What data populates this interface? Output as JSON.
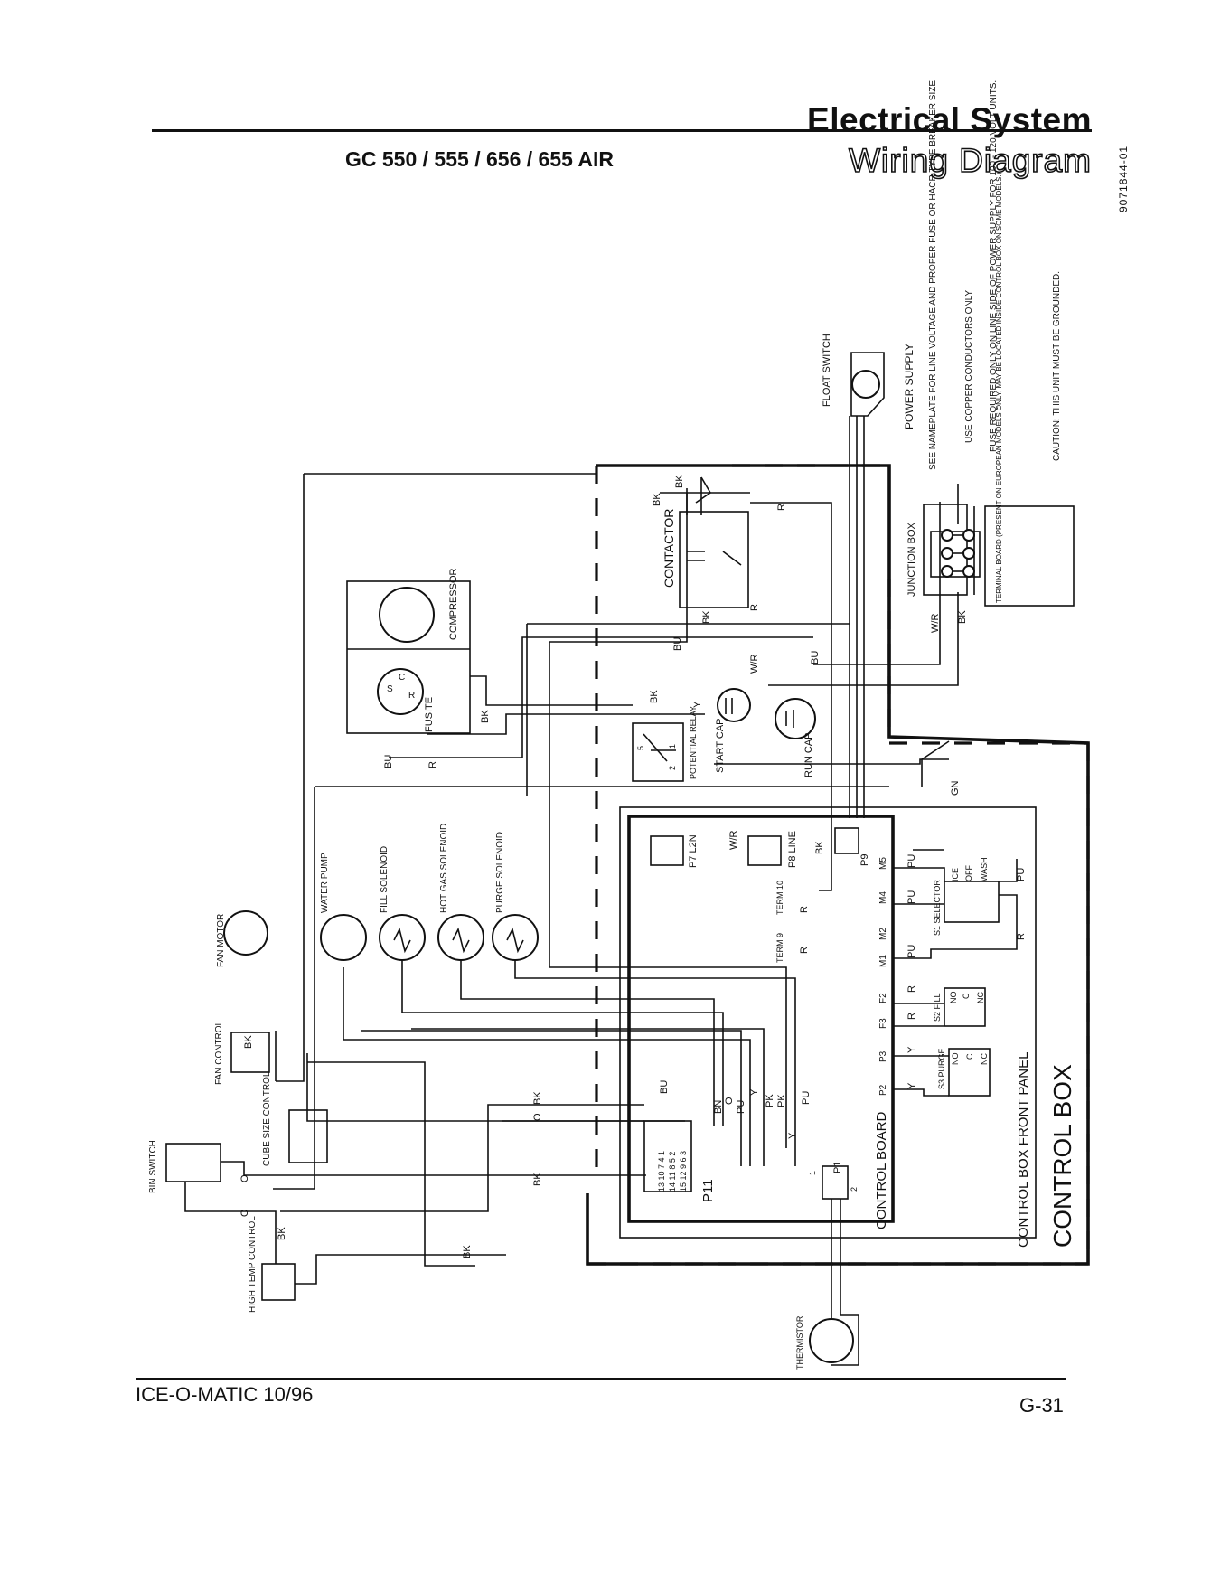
{
  "header": {
    "section_title": "Electrical System",
    "section_subtitle": "Wiring Diagram",
    "models": "GC 550 / 555 / 656 / 655 AIR",
    "doc_number": "9071844-01"
  },
  "footer": {
    "brand_date": "ICE-O-MATIC 10/96",
    "page_number": "G-31"
  },
  "labels": {
    "power_supply": "POWER SUPPLY",
    "note_1": "SEE NAMEPLATE FOR LINE VOLTAGE AND PROPER FUSE OR HACR TYPE BREAKER SIZE",
    "note_2": "USE COPPER CONDUCTORS ONLY",
    "note_3": "FUSE REQUIRED ONLY ON LINE SIDE OF POWER SUPPLY FOR 100 - 120 VOLT UNITS.",
    "caution": "CAUTION: THIS UNIT MUST BE GROUNDED.",
    "terminal_board": "TERMINAL BOARD (PRESENT ON EUROPEAN MODELS ONLY, MAY BE LOCATED INSIDE CONTROL BOX ON SOME MODELS.)",
    "junction_box": "JUNCTION BOX",
    "float_switch": "FLOAT SWITCH",
    "contactor": "CONTACTOR",
    "compressor": "COMPRESSOR",
    "fusite": "FUSITE",
    "potential_relay": "POTENTIAL RELAY",
    "start_cap": "START CAP",
    "run_cap": "RUN CAP",
    "water_pump": "WATER PUMP",
    "fill_solenoid": "FILL SOLENOID",
    "hot_gas_solenoid": "HOT GAS SOLENOID",
    "purge_solenoid": "PURGE SOLENOID",
    "fan_motor": "FAN MOTOR",
    "fan_control": "FAN CONTROL",
    "bin_switch": "BIN SWITCH",
    "cube_size_control": "CUBE SIZE CONTROL",
    "high_temp_control": "HIGH TEMP CONTROL",
    "thermistor": "THERMISTOR",
    "control_board": "CONTROL BOARD",
    "control_box_front_panel": "CONTROL BOX FRONT PANEL",
    "control_box": "CONTROL BOX",
    "p7": "P7 L2N",
    "p8": "P8 LINE",
    "p9": "P9",
    "p11": "P11",
    "p1": "P1",
    "term9": "TERM 9",
    "term10": "TERM 10",
    "s1": "S1 SELECTOR",
    "s2": "S2 FILL",
    "s3": "S3 PURGE",
    "ice": "ICE",
    "off": "OFF",
    "wash": "WASH",
    "m5": "M5",
    "m4": "M4",
    "m2": "M2",
    "m1": "M1",
    "f2": "F2",
    "f3": "F3",
    "p3": "P3",
    "p2": "P2",
    "no": "NO",
    "nc": "NC",
    "c": "C",
    "s": "S",
    "r": "R",
    "one": "1",
    "two": "2",
    "five": "5",
    "p11_pins_a": "13 10 7 4 1",
    "p11_pins_b": "14 11 8 5 2",
    "p11_pins_c": "15 12 9 6 3"
  },
  "wire_colors": {
    "BK": "BK",
    "R": "R",
    "BU": "BU",
    "Y": "Y",
    "PU": "PU",
    "PK": "PK",
    "BN": "BN",
    "O": "O",
    "WR": "W/R",
    "GN": "GN"
  }
}
